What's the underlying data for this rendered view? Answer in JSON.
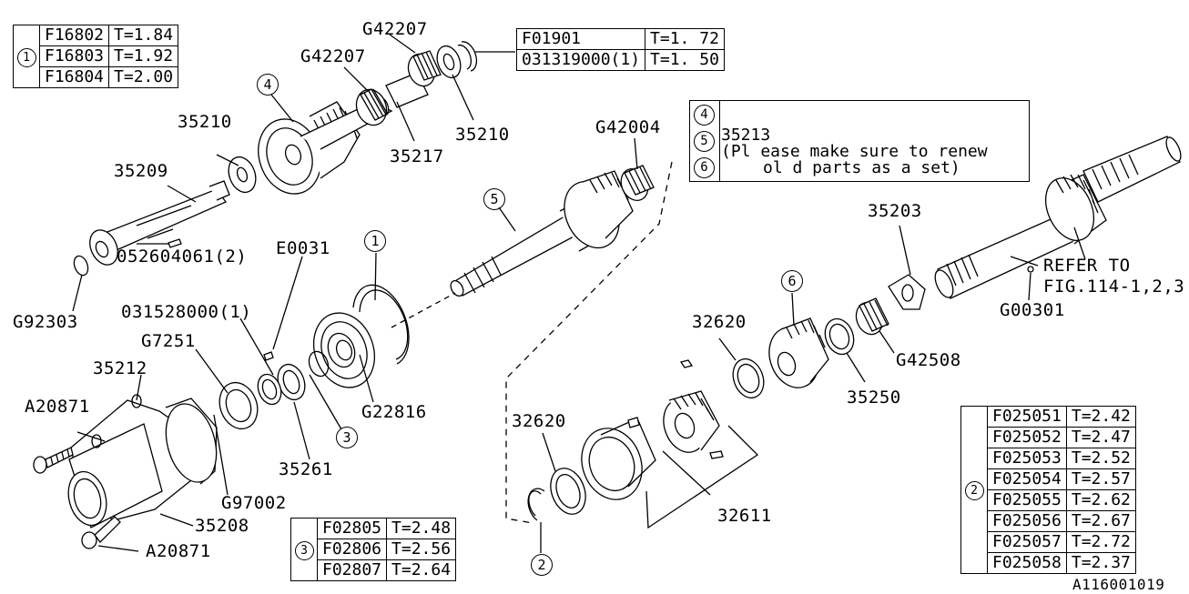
{
  "labels": {
    "p35210a": "35210",
    "p35209": "35209",
    "p052604061": "052604061(2)",
    "g92303": "G92303",
    "g42207a": "G42207",
    "g42207b": "G42207",
    "p35217": "35217",
    "p35210b": "35210",
    "g42004": "G42004",
    "e0031": "E0031",
    "p031528000": "031528000(1)",
    "g7251": "G7251",
    "p35212": "35212",
    "a20871a": "A20871",
    "g22816": "G22816",
    "p35261": "35261",
    "g97002": "G97002",
    "p35208": "35208",
    "a20871b": "A20871",
    "p35203": "35203",
    "refer1": "REFER TO",
    "refer2": "FIG.114-1,2,3",
    "g00301": "G00301",
    "g42508": "G42508",
    "p35250": "35250",
    "p32620a": "32620",
    "p32620b": "32620",
    "p32611": "32611",
    "code": "A116001019"
  },
  "callouts": {
    "c1": "1",
    "c2": "2",
    "c3": "3",
    "c4": "4",
    "c5": "5",
    "c6": "6"
  },
  "table1": {
    "index": "1",
    "rows": [
      {
        "part": "F16802",
        "t": "T=1.84"
      },
      {
        "part": "F16803",
        "t": "T=1.92"
      },
      {
        "part": "F16804",
        "t": "T=2.00"
      }
    ]
  },
  "table_f01901": {
    "rows": [
      {
        "part": "F01901",
        "t": "T=1. 72"
      },
      {
        "part": "031319000(1)",
        "t": "T=1. 50"
      }
    ]
  },
  "note": {
    "indices": [
      "4",
      "5",
      "6"
    ],
    "part": "35213",
    "line1": "(Pl ease make sure to renew",
    "line2": "ol d parts as a set)"
  },
  "table3": {
    "index": "3",
    "rows": [
      {
        "part": "F02805",
        "t": "T=2.48"
      },
      {
        "part": "F02806",
        "t": "T=2.56"
      },
      {
        "part": "F02807",
        "t": "T=2.64"
      }
    ]
  },
  "table2": {
    "index": "2",
    "rows": [
      {
        "part": "F025051",
        "t": "T=2.42"
      },
      {
        "part": "F025052",
        "t": "T=2.47"
      },
      {
        "part": "F025053",
        "t": "T=2.52"
      },
      {
        "part": "F025054",
        "t": "T=2.57"
      },
      {
        "part": "F025055",
        "t": "T=2.62"
      },
      {
        "part": "F025056",
        "t": "T=2.67"
      },
      {
        "part": "F025057",
        "t": "T=2.72"
      },
      {
        "part": "F025058",
        "t": "T=2.37"
      }
    ]
  }
}
